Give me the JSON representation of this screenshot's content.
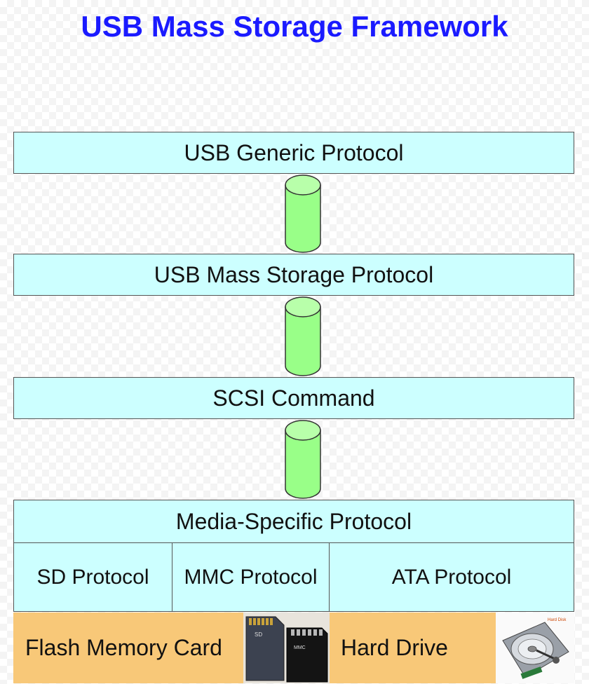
{
  "title": "USB Mass Storage Framework",
  "layers": [
    "USB Generic Protocol",
    "USB Mass Storage Protocol",
    "SCSI Command",
    "Media-Specific Protocol"
  ],
  "protocols": [
    "SD Protocol",
    "MMC Protocol",
    "ATA Protocol"
  ],
  "devices": [
    "Flash Memory Card",
    "Hard Drive"
  ],
  "card_labels": {
    "sd": "SD",
    "mmc": "MMC"
  },
  "hdd_label": "Hard Disk",
  "colors": {
    "title": "#1a1aff",
    "layer_fill": "#ccffff",
    "cylinder_fill": "#99ff88",
    "device_fill": "#f8c878"
  }
}
